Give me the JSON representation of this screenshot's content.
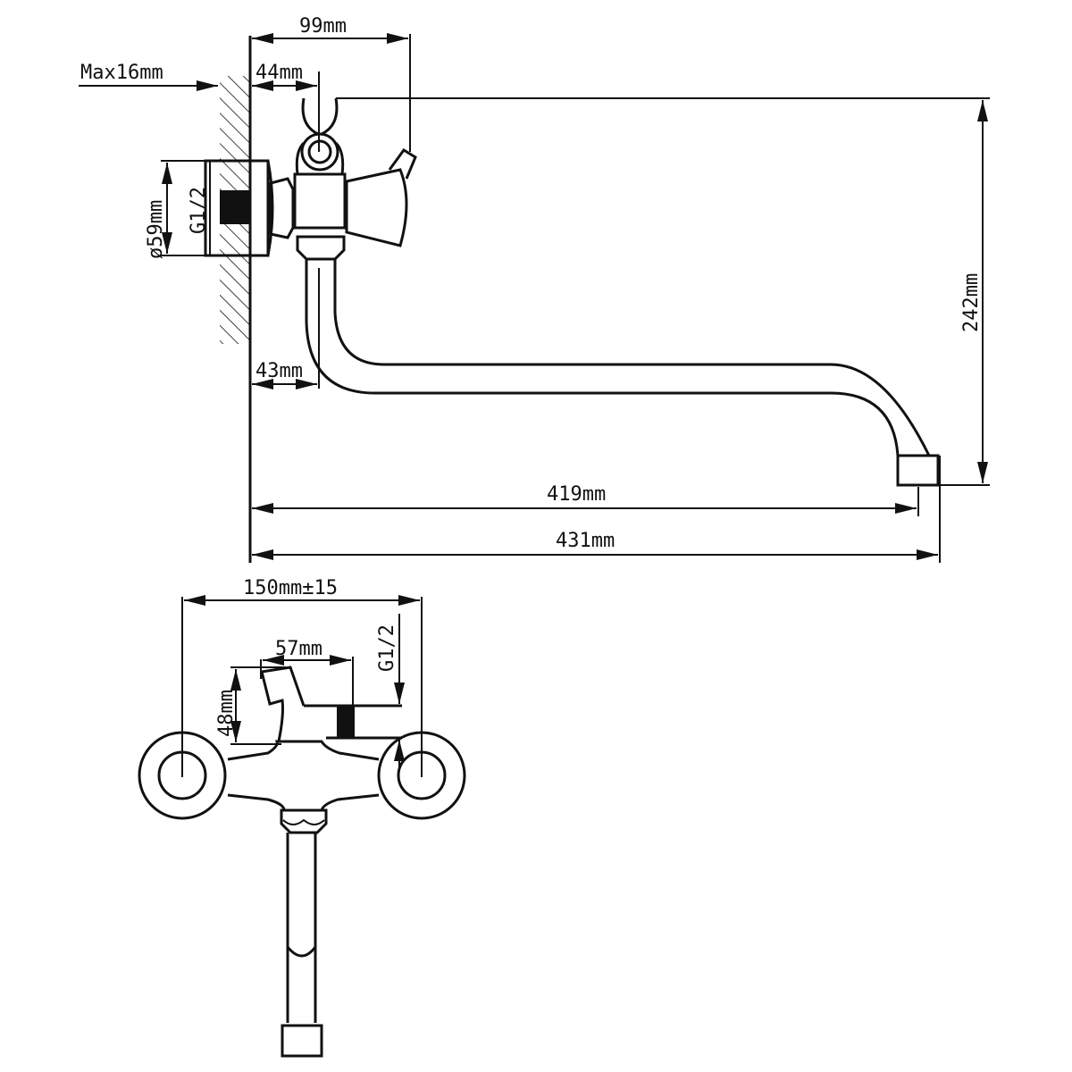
{
  "drawing": {
    "colors": {
      "line": "#111111",
      "background": "#ffffff"
    },
    "side_view": {
      "dim_99": "99mm",
      "dim_max16": "Max16mm",
      "dim_44": "44mm",
      "dim_59": "ø59mm",
      "dim_g12": "G1/2",
      "dim_43": "43mm",
      "dim_242": "242mm",
      "dim_419": "419mm",
      "dim_431": "431mm"
    },
    "front_view": {
      "dim_150": "150mm±15",
      "dim_57": "57mm",
      "dim_48": "48mm",
      "dim_g12": "G1/2"
    }
  }
}
